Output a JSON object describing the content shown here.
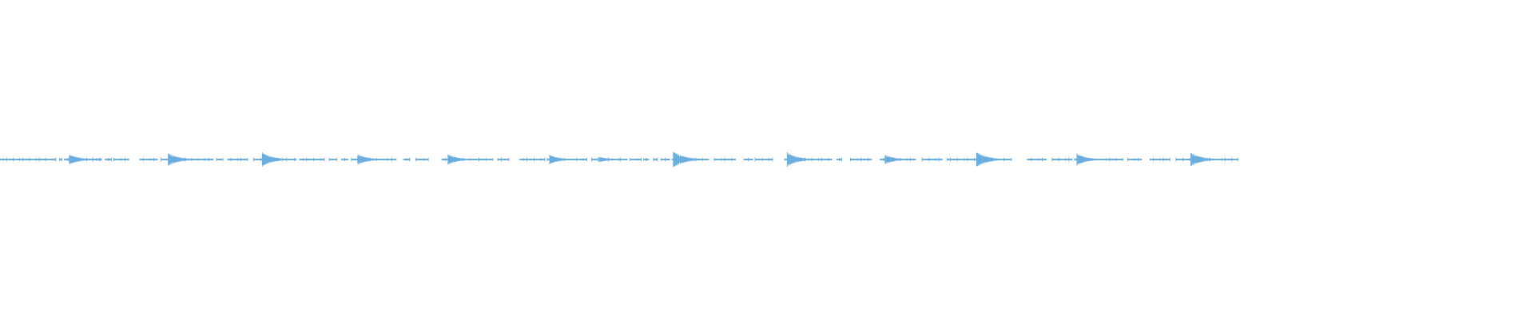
{
  "waveform": {
    "color": "#6aaedf",
    "view_fraction_covered": 0.807,
    "transients": [
      {
        "pos": 0.056,
        "level": 0.45
      },
      {
        "pos": 0.136,
        "level": 0.55
      },
      {
        "pos": 0.212,
        "level": 0.6
      },
      {
        "pos": 0.289,
        "level": 0.45
      },
      {
        "pos": 0.362,
        "level": 0.45
      },
      {
        "pos": 0.444,
        "level": 0.4
      },
      {
        "pos": 0.484,
        "level": 0.25
      },
      {
        "pos": 0.544,
        "level": 0.7
      },
      {
        "pos": 0.636,
        "level": 0.6
      },
      {
        "pos": 0.715,
        "level": 0.4
      },
      {
        "pos": 0.789,
        "level": 0.65
      },
      {
        "pos": 0.87,
        "level": 0.5
      },
      {
        "pos": 0.962,
        "level": 0.6
      }
    ],
    "segments": [
      [
        0.0,
        0.045
      ],
      [
        0.048,
        0.05
      ],
      [
        0.052,
        0.07
      ],
      [
        0.075,
        0.078
      ],
      [
        0.08,
        0.082
      ],
      [
        0.085,
        0.09
      ],
      [
        0.092,
        0.104
      ],
      [
        0.113,
        0.127
      ],
      [
        0.13,
        0.145
      ],
      [
        0.147,
        0.16
      ],
      [
        0.162,
        0.172
      ],
      [
        0.175,
        0.18
      ],
      [
        0.184,
        0.2
      ],
      [
        0.205,
        0.225
      ],
      [
        0.228,
        0.238
      ],
      [
        0.242,
        0.262
      ],
      [
        0.266,
        0.272
      ],
      [
        0.276,
        0.281
      ],
      [
        0.284,
        0.307
      ],
      [
        0.313,
        0.32
      ],
      [
        0.326,
        0.331
      ],
      [
        0.336,
        0.346
      ],
      [
        0.357,
        0.38
      ],
      [
        0.387,
        0.398
      ],
      [
        0.402,
        0.411
      ],
      [
        0.42,
        0.44
      ],
      [
        0.442,
        0.459
      ],
      [
        0.463,
        0.474
      ],
      [
        0.478,
        0.483
      ],
      [
        0.488,
        0.495
      ],
      [
        0.499,
        0.501
      ],
      [
        0.509,
        0.518
      ],
      [
        0.52,
        0.524
      ],
      [
        0.528,
        0.531
      ],
      [
        0.534,
        0.541
      ],
      [
        0.543,
        0.57
      ],
      [
        0.577,
        0.594
      ],
      [
        0.601,
        0.608
      ],
      [
        0.61,
        0.624
      ],
      [
        0.634,
        0.672
      ],
      [
        0.676,
        0.68
      ],
      [
        0.687,
        0.704
      ],
      [
        0.711,
        0.738
      ],
      [
        0.745,
        0.761
      ],
      [
        0.765,
        0.79
      ],
      [
        0.795,
        0.805
      ],
      [
        0.811,
        0.817
      ],
      [
        0.83,
        0.845
      ],
      [
        0.85,
        0.866
      ],
      [
        0.868,
        0.88
      ],
      [
        0.891,
        0.907
      ],
      [
        0.911,
        0.922
      ],
      [
        0.929,
        0.945
      ],
      [
        0.95,
        0.98
      ],
      [
        0.987,
        1.0
      ]
    ]
  }
}
